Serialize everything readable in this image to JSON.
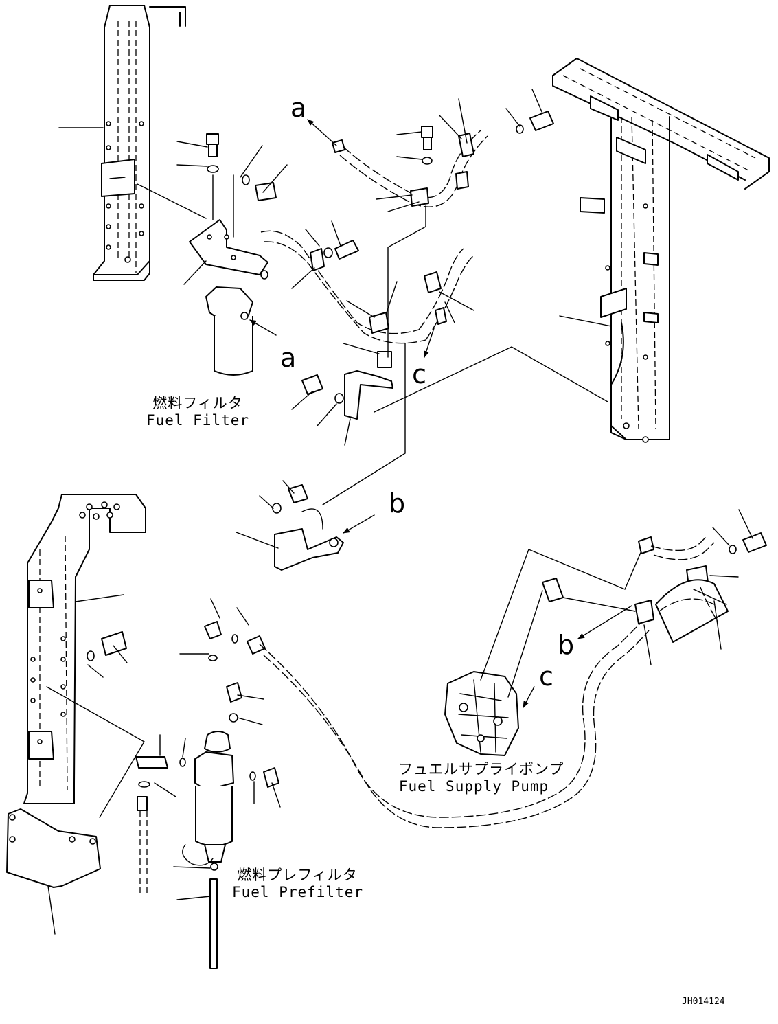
{
  "captions": {
    "fuel_filter": {
      "jp": "燃料フィルタ",
      "en": "Fuel Filter"
    },
    "fuel_supply_pump": {
      "jp": "フュエルサプライポンプ",
      "en": "Fuel Supply Pump"
    },
    "fuel_prefilter": {
      "jp": "燃料プレフィルタ",
      "en": "Fuel Prefilter"
    }
  },
  "arrow_labels": {
    "a_top": "a",
    "a_filter": "a",
    "c_top": "c",
    "b_bracket": "b",
    "b_pump": "b",
    "c_pump": "c"
  },
  "drawing_code": "JH014124"
}
